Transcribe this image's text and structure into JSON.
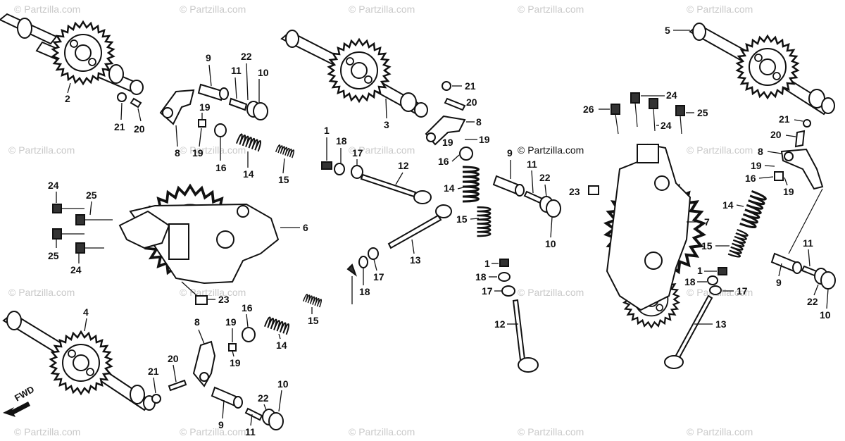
{
  "watermark": "© Partzilla.com",
  "center_watermark": "© Partzilla.com",
  "fwd_label": "FWD",
  "callouts": {
    "c2": "2",
    "c21a": "21",
    "c20a": "20",
    "c9a": "9",
    "c22a": "22",
    "c11a": "11",
    "c10a": "10",
    "c19a": "19",
    "c8a": "8",
    "c19b": "19",
    "c16a": "16",
    "c14a": "14",
    "c15a": "15",
    "c3": "3",
    "c21b": "21",
    "c20b": "20",
    "c8b": "8",
    "c19c": "19",
    "c19d": "19",
    "c1a": "1",
    "c18a": "18",
    "c17a": "17",
    "c12a": "12",
    "c16b": "16",
    "c14b": "14",
    "c15b": "15",
    "c9b": "9",
    "c11b": "11",
    "c22b": "22",
    "c10b": "10",
    "c13a": "13",
    "c1b": "1",
    "c18b": "18",
    "c17b": "17",
    "c12b": "12",
    "c24a": "24",
    "c25a": "25",
    "c25b": "25",
    "c24b": "24",
    "c6": "6",
    "c23a": "23",
    "c5": "5",
    "c26": "26",
    "c24c": "24",
    "c24d": "24",
    "c25c": "25",
    "c21c": "21",
    "c20c": "20",
    "c8c": "8",
    "c19e": "19",
    "c16c": "16",
    "c19f": "19",
    "c23b": "23",
    "c7": "7",
    "c14c": "14",
    "c15c": "15",
    "c11c": "11",
    "c9c": "9",
    "c1c": "1",
    "c18c": "18",
    "c17c": "17",
    "c13b": "13",
    "c22c": "22",
    "c10c": "10",
    "c4": "4",
    "c8d": "8",
    "c19g": "19",
    "c19h": "19",
    "c16d": "16",
    "c14d": "14",
    "c15d": "15",
    "c20d": "20",
    "c21d": "21",
    "c9d": "9",
    "c22d": "22",
    "c10d": "10",
    "c11d": "11",
    "c18d": "18",
    "c17d": "17"
  }
}
